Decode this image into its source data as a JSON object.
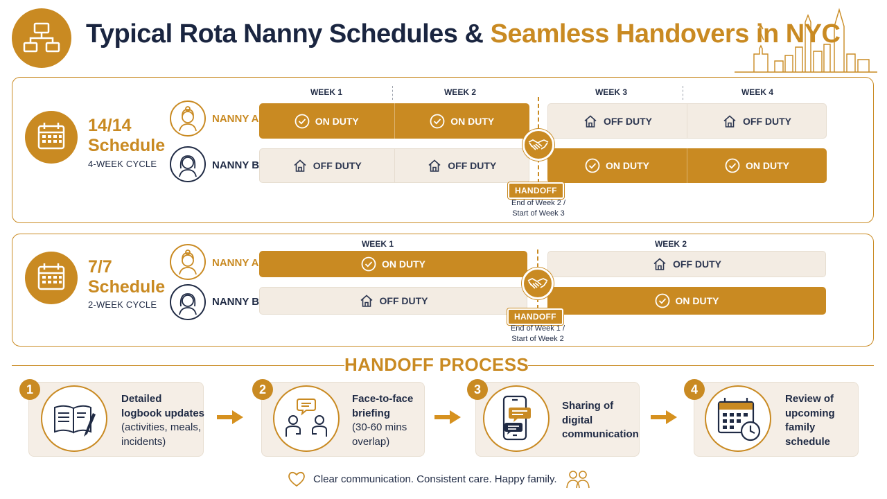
{
  "header": {
    "title_part1": "Typical Rota Nanny Schedules & ",
    "title_part2": "Seamless Handovers in NYC",
    "logo_icon": "org-chart-icon",
    "skyline_icon": "nyc-skyline-icon"
  },
  "colors": {
    "accent": "#c98a22",
    "navy": "#1f2a44",
    "off_bg": "#f3ece3"
  },
  "schedule_14": {
    "name_line1": "14/14",
    "name_line2": "Schedule",
    "cycle": "4-WEEK CYCLE",
    "weeks": [
      "WEEK 1",
      "WEEK 2",
      "WEEK 3",
      "WEEK 4"
    ],
    "nanny_a": "NANNY A",
    "nanny_b": "NANNY B",
    "on_label": "ON DUTY",
    "off_label": "OFF DUTY",
    "handoff_label": "HANDOFF",
    "handoff_note_1": "End of Week 2 /",
    "handoff_note_2": "Start of Week 3"
  },
  "schedule_7": {
    "name_line1": "7/7",
    "name_line2": "Schedule",
    "cycle": "2-WEEK CYCLE",
    "weeks": [
      "WEEK 1",
      "WEEK 2"
    ],
    "nanny_a": "NANNY A",
    "nanny_b": "NANNY B",
    "on_label": "ON DUTY",
    "off_label": "OFF DUTY",
    "handoff_label": "HANDOFF",
    "handoff_note_1": "End of Week 1 /",
    "handoff_note_2": "Start of Week 2"
  },
  "process": {
    "title": "HANDOFF PROCESS",
    "steps": [
      {
        "num": "1",
        "bold": [
          "Detailed",
          "logbook updates"
        ],
        "normal": [
          "(activities, meals,",
          "incidents)"
        ],
        "icon": "logbook-pen-icon"
      },
      {
        "num": "2",
        "bold": [
          "Face-to-face",
          "briefing"
        ],
        "normal": [
          "(30-60 mins",
          "overlap)"
        ],
        "icon": "face-to-face-icon"
      },
      {
        "num": "3",
        "bold": [
          "Sharing of",
          "digital",
          "communication"
        ],
        "normal": [],
        "icon": "phone-chat-icon"
      },
      {
        "num": "4",
        "bold": [
          "Review of",
          "upcoming",
          "family",
          "schedule"
        ],
        "normal": [],
        "icon": "calendar-clock-icon"
      }
    ]
  },
  "footer": {
    "text": "Clear communication. Consistent care. Happy family."
  }
}
